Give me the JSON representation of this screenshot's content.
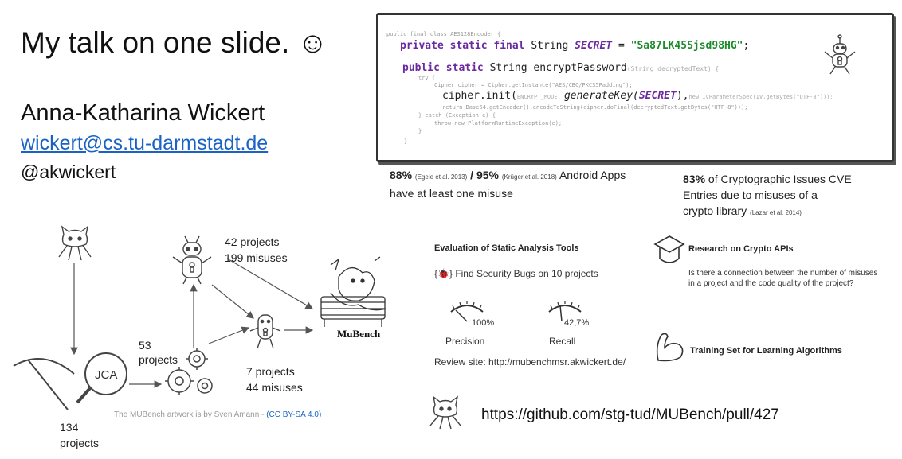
{
  "slide": {
    "title": "My talk on one slide. ☺",
    "author": "Anna-Katharina Wickert",
    "email": "wickert@cs.tu-darmstadt.de",
    "handle": "@akwickert"
  },
  "code": {
    "line1": "public final class AES128Encoder {",
    "line2_kw": "private static final",
    "line2_type": " String ",
    "line2_var": "SECRET",
    "line2_eq": " = ",
    "line2_str": "\"Sa87LK45Sjsd98HG\"",
    "line2_end": ";",
    "line3_kw": "public static",
    "line3_sig": " String encryptPassword",
    "line3_params": "(String decryptedText) {",
    "line4": "try {",
    "line5": "Cipher cipher = Cipher.getInstance(\"AES/CBC/PKCS5Padding\");",
    "line6_a": "cipher.init(",
    "line6_b": "ENCRYPT_MODE, ",
    "line6_c": "generateKey(",
    "line6_d": "SECRET",
    "line6_e": "),",
    "line6_f": "new IvParameterSpec(IV.getBytes(\"UTF-8\")));",
    "line7": "return Base64.getEncoder().encodeToString(cipher.doFinal(decryptedText.getBytes(\"UTF-8\")));",
    "line8": "} catch (Exception e) {",
    "line9": "throw new PlatformRuntimeException(e);",
    "line10": "}",
    "line11": "}"
  },
  "stats": {
    "android_pct1": "88%",
    "android_cite1": "(Egele et al. 2013)",
    "android_sep": " / ",
    "android_pct2": "95%",
    "android_cite2": "(Krüger et al. 2018)",
    "android_text1": " Android Apps",
    "android_text2": "have at least one misuse",
    "cve_pct": "83%",
    "cve_text1": " of Cryptographic Issues CVE",
    "cve_text2": "Entries due to misuses of a",
    "cve_text3": "crypto library ",
    "cve_cite": "(Lazar et al. 2014)"
  },
  "diagram": {
    "p42": "42 projects",
    "m199": "199 misuses",
    "p53": "53",
    "p53b": "projects",
    "p7": "7 projects",
    "m44": "44 misuses",
    "p134": "134",
    "p134b": "projects",
    "jca": "JCA",
    "mubench": "MuBench",
    "credit_text": "The MUBench artwork is by Sven Amann - ",
    "credit_link": "(CC BY-SA 4.0)"
  },
  "eval": {
    "title": "Evaluation of Static Analysis Tools",
    "bug_prefix": "{🐞}",
    "bug_text": "Find Security Bugs on 10 projects",
    "precision_value": "100%",
    "precision_label": "Precision",
    "recall_value": "42,7%",
    "recall_label": "Recall",
    "review": "Review site: http://mubenchmsr.akwickert.de/"
  },
  "research": {
    "title": "Research on Crypto APIs",
    "q1": "Is there a connection between the number of misuses",
    "q2": "in a project and the code quality of the project?",
    "training": "Training Set for Learning Algorithms"
  },
  "footer": {
    "url": "https://github.com/stg-tud/MUBench/pull/427"
  },
  "colors": {
    "link": "#1a63c4",
    "keyword": "#6b2aa0",
    "string": "#1a8a2a"
  }
}
